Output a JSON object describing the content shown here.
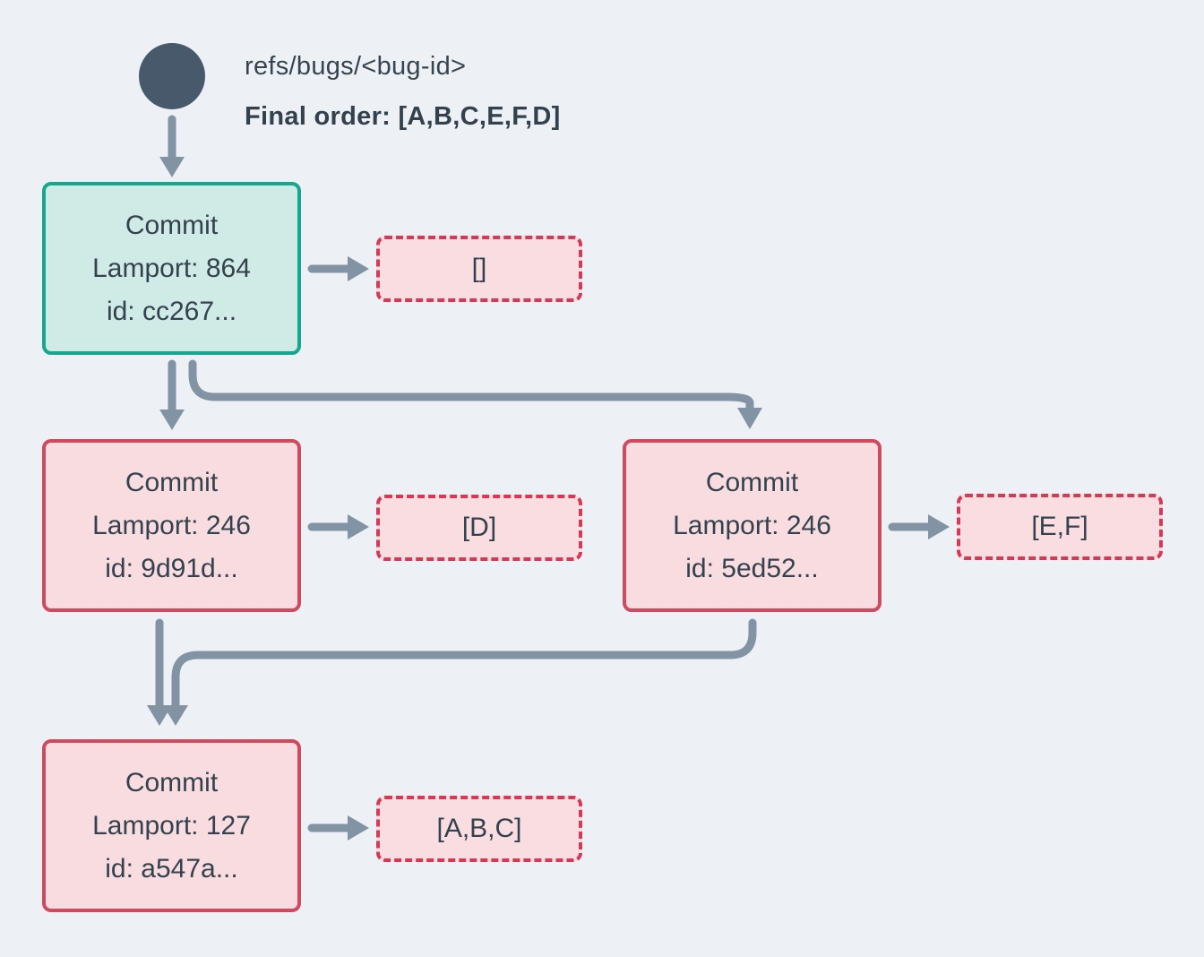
{
  "header": {
    "ref_name": "refs/bugs/<bug-id>",
    "final_order": "Final order: [A,B,C,E,F,D]"
  },
  "commits": [
    {
      "title": "Commit",
      "lamport": "Lamport: 864",
      "id": "id: cc267...",
      "ops": "[]",
      "role": "head"
    },
    {
      "title": "Commit",
      "lamport": "Lamport: 246",
      "id": "id: 9d91d...",
      "ops": "[D]",
      "role": "child-left"
    },
    {
      "title": "Commit",
      "lamport": "Lamport: 246",
      "id": "id: 5ed52...",
      "ops": "[E,F]",
      "role": "child-right"
    },
    {
      "title": "Commit",
      "lamport": "Lamport: 127",
      "id": "id: a547a...",
      "ops": "[A,B,C]",
      "role": "root"
    }
  ],
  "colors": {
    "background": "#edf1f5",
    "head_commit_border": "#17a78f",
    "head_commit_fill": "#d0ebe6",
    "commit_border": "#cf4a5e",
    "commit_fill": "#f8dce0",
    "ops_border_dashed": "#d43a55",
    "ops_fill": "#f9dde1",
    "arrow": "#8294a4",
    "ref_circle": "#47596a",
    "text": "#34424e"
  }
}
